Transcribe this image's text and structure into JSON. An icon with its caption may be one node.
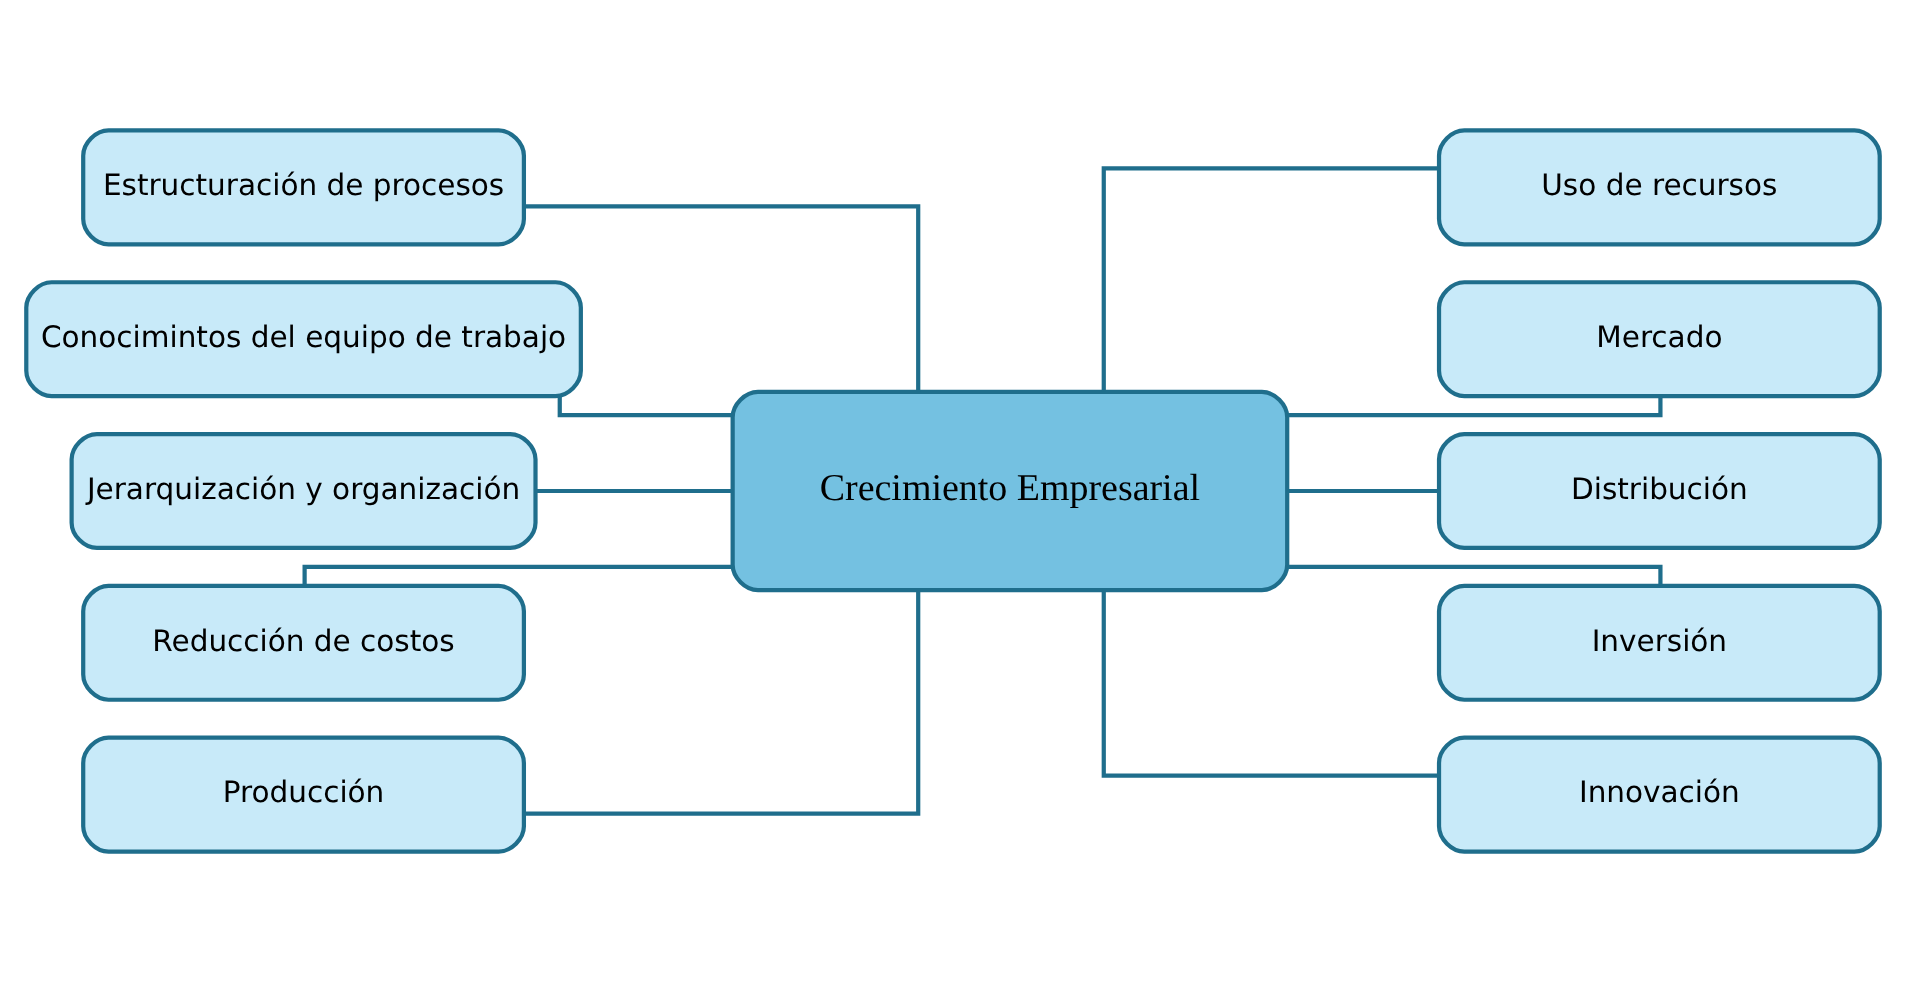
{
  "diagram": {
    "nodes": [
      {
        "text": [
          "Estructuración de procesos"
        ]
      },
      {
        "text": [
          "Conocimintos del equipo de trabajo"
        ]
      },
      {
        "text": [
          "Jerarquización y organización"
        ]
      },
      {
        "text": [
          "Reducción de costos"
        ]
      },
      {
        "text": [
          "Producción"
        ]
      },
      {
        "text": [
          "Crecimiento Empresarial"
        ]
      },
      {
        "text": [
          "Uso de recursos"
        ]
      },
      {
        "text": [
          "Mercado"
        ]
      },
      {
        "text": [
          "Distribución"
        ]
      },
      {
        "text": [
          "Inversión"
        ]
      },
      {
        "text": [
          "Innovación"
        ]
      }
    ],
    "edges": [
      {
        "from": 0,
        "to": 5,
        "arrow": "none"
      },
      {
        "from": 1,
        "to": 5,
        "arrow": "none"
      },
      {
        "from": 2,
        "to": 5,
        "arrow": "none"
      },
      {
        "from": 3,
        "to": 5,
        "arrow": "none"
      },
      {
        "from": 4,
        "to": 5,
        "arrow": "none"
      },
      {
        "from": 5,
        "to": 6,
        "arrow": "none"
      },
      {
        "from": 5,
        "to": 7,
        "arrow": "none"
      },
      {
        "from": 5,
        "to": 8,
        "arrow": "none"
      },
      {
        "from": 5,
        "to": 9,
        "arrow": "none"
      },
      {
        "from": 5,
        "to": 10,
        "arrow": "none"
      }
    ]
  }
}
